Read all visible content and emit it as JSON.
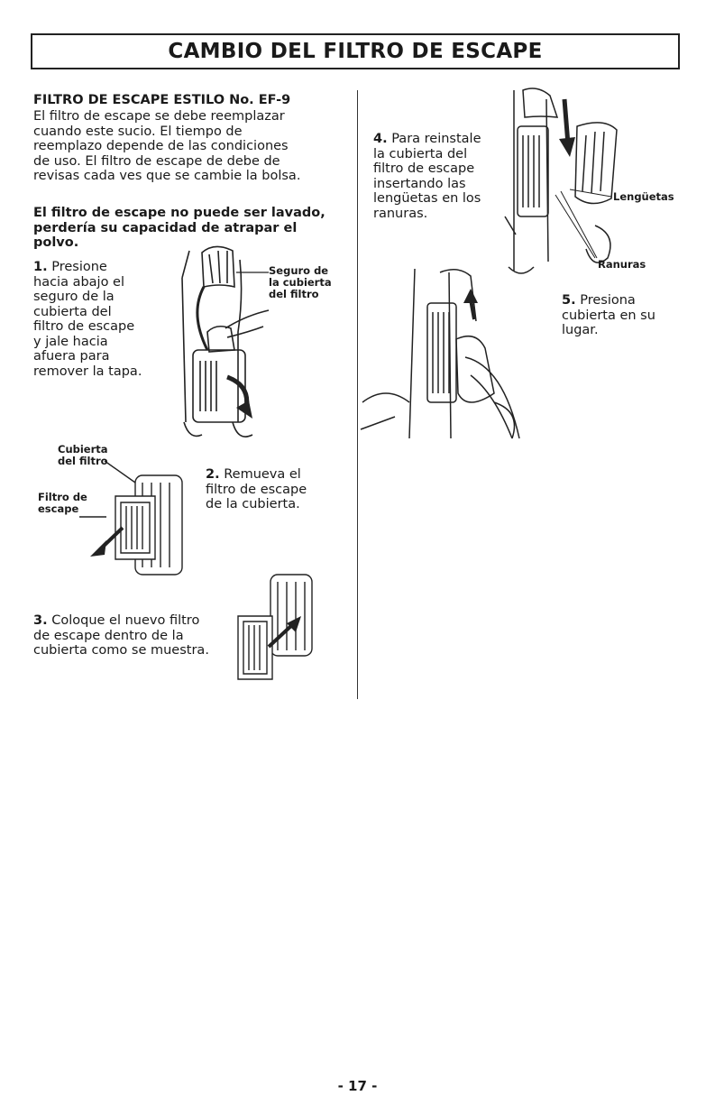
{
  "title": "CAMBIO DEL FILTRO DE ESCAPE",
  "section": {
    "heading": "FILTRO DE ESCAPE ESTILO No. EF-9",
    "intro_lines": [
      "El filtro de escape se debe reemplazar",
      "cuando este sucio. El tiempo de",
      "reemplazo depende de las condiciones",
      "de uso. El filtro de escape de debe de",
      "revisas cada ves que se cambie la bolsa."
    ],
    "warning_lines": [
      "El filtro de escape no puede ser lavado,",
      "perdería su capacidad de atrapar el",
      "polvo."
    ]
  },
  "steps": {
    "s1": {
      "num": "1.",
      "lines": [
        "Presione",
        "hacia abajo el",
        "seguro de la",
        "cubierta del",
        "filtro de escape",
        "y jale hacia",
        "afuera para",
        "remover la tapa."
      ]
    },
    "s2": {
      "num": "2.",
      "lines": [
        "Remueva el",
        "filtro de escape",
        "de la cubierta."
      ]
    },
    "s3": {
      "num": "3.",
      "lines": [
        "Coloque el nuevo filtro",
        "de escape dentro de la",
        "cubierta como se muestra."
      ]
    },
    "s4": {
      "num": "4.",
      "lines": [
        "Para reinstale",
        "la cubierta del",
        "filtro de escape",
        "insertando las",
        "lengüetas en los",
        "ranuras."
      ]
    },
    "s5": {
      "num": "5.",
      "lines": [
        "Presiona",
        "cubierta en su",
        "lugar."
      ]
    }
  },
  "callouts": {
    "latch": [
      "Seguro de",
      "la cubierta",
      "del filtro"
    ],
    "cover": [
      "Cubierta",
      "del filtro"
    ],
    "filter": [
      "Filtro de",
      "escape"
    ],
    "tabs": "Lengüetas",
    "slots": "Ranuras"
  },
  "page_number": "- 17 -"
}
